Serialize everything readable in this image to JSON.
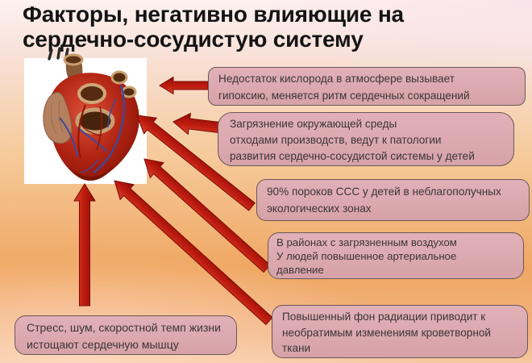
{
  "title": {
    "lines": [
      "Факторы, негативно влияющие на",
      "сердечно-сосудистую систему"
    ]
  },
  "notes": [
    {
      "id": "oxygen",
      "lines": [
        "Недостаток кислорода в атмосфере вызывает",
        "гипоксию, меняется  ритм сердечных сокращений"
      ]
    },
    {
      "id": "pollution",
      "lines": [
        " Загрязнение окружающей среды",
        "отходами производств,  ведут к патологии",
        "развития  сердечно-сосудистой системы у детей"
      ]
    },
    {
      "id": "defects",
      "lines": [
        "90% пороков ССС у детей в  неблагополучных",
        "экологических зонах"
      ]
    },
    {
      "id": "air",
      "lines": [
        "В районах с загрязненным воздухом",
        "У людей  повышенное артериальное",
        "давление"
      ]
    },
    {
      "id": "radiation",
      "lines": [
        "Повышенный фон радиации приводит к",
        "необратимым изменениям кроветворной",
        "ткани"
      ]
    },
    {
      "id": "stress",
      "lines": [
        "Стресс, шум, скоростной темп жизни",
        "истощают сердечную мышцу"
      ]
    }
  ],
  "illustration": {
    "subject": "анатомическое сердце",
    "background": "#ffffff"
  },
  "arrows": [
    {
      "id": "arrow-oxygen",
      "points_to": "heart"
    },
    {
      "id": "arrow-pollution",
      "points_to": "heart"
    },
    {
      "id": "arrow-defects",
      "points_to": "heart"
    },
    {
      "id": "arrow-air",
      "points_to": "heart"
    },
    {
      "id": "arrow-radiation",
      "points_to": "heart"
    },
    {
      "id": "arrow-stress",
      "points_to": "heart"
    }
  ],
  "colors": {
    "arrow_fill": "#c01c10",
    "arrow_outline": "#7a0b04",
    "note_fill": "#d9a6ac",
    "note_border": "#6a5858",
    "title_color": "#141414",
    "background_orange": "#f0a763",
    "background_pink": "#f8e2da"
  }
}
